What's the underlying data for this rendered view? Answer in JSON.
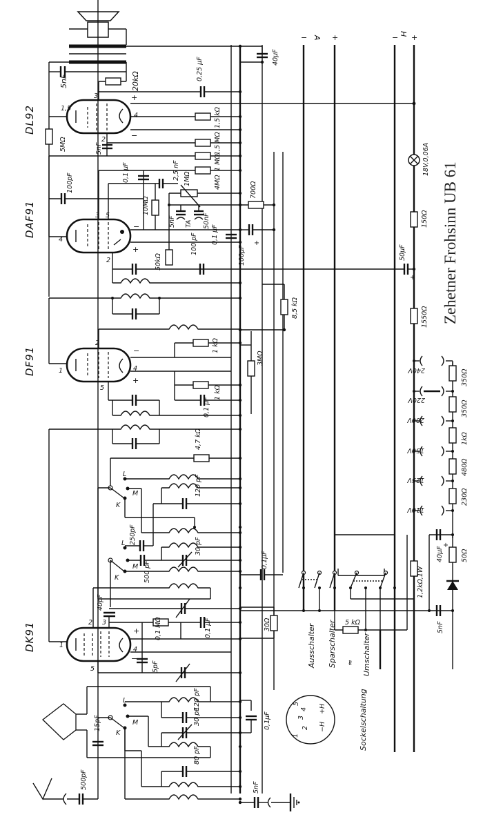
{
  "title": "Zehetner Frohsinn UB 61",
  "tubes": {
    "dl92": "DL92",
    "daf91": "DAF91",
    "df91": "DF91",
    "dk91": "DK91"
  },
  "pins": {
    "p1": "1",
    "p2": "2",
    "p3": "3",
    "p4": "4",
    "p5": "5",
    "p15": "1,5",
    "plus": "+",
    "minus": "−"
  },
  "battery": {
    "anode_label": "A",
    "heater_label": "H",
    "plus": "+",
    "minus": "−"
  },
  "components": {
    "c_5nF_out": "5nF",
    "r_20k": "20kΩ",
    "c_025uF": "0,25 µF",
    "c_40uF_top": "40µF",
    "r_5M": "5MΩ",
    "c_5nF_dl92": "5nF",
    "r_15k": "1,5 kΩ",
    "r_15M": "1,5 MΩ",
    "r_1M": "1 MΩ",
    "c_100pF_daf": "100pF",
    "c_01uF_daf": "0,1 µF",
    "c_25nF": "2,5 nF",
    "pot_1M": "1MΩ",
    "r_4M": "4MΩ",
    "r_10M": "10MΩ",
    "c_5nF_tone": "5nF",
    "tone_label": "TA",
    "c_50nF": "50nF",
    "r_700": "700Ω",
    "c_01uF_mid": "0,1 µF",
    "c_100uF": "100µF",
    "r_50k": "50kΩ",
    "c_100pF_det": "100 pF",
    "c_50uF": "50µF",
    "r_85k": "8,5 kΩ",
    "r_1k_df91": "1 kΩ",
    "r_3M": "3MΩ",
    "r_1k_df91b": "1 kΩ",
    "c_01uF_df91": "0,1 µF",
    "r_47k": "4,7 kΩ",
    "c_120pF_osc": "120 pF",
    "c_250pF": "250pF",
    "c_500pF": "500 pF",
    "c_30pF_osc": "30 pF",
    "c_01uF_osc": "0,1µF",
    "c_40pF": "40pF",
    "r_01M": "0,1 MΩ",
    "c_01uF_dk91": "0,1 µF",
    "c_5pF": "5pF",
    "r_30": "30Ω",
    "c_15pF": "15pF",
    "c_120pF_in": "120 pF",
    "c_30pF_in": "30 pF",
    "c_80pF": "80 pF",
    "c_500pF_ant": "500pF",
    "c_01uF_in": "0,1µF",
    "c_5nF_earth": "5nF",
    "lamp": "18V,0,06A",
    "r_150": "150Ω",
    "r_1550": "1550Ω",
    "r_350a": "350Ω",
    "r_350b": "350Ω",
    "r_1k_ps": "1kΩ",
    "r_480": "480Ω",
    "r_230": "230Ω",
    "r_50": "50Ω",
    "c_40uF_ps": "40µF",
    "r_12k": "1,2kΩ,1W",
    "r_5k": "5 kΩ",
    "c_5nF_ps": "5nF",
    "ac_symbol": "≈"
  },
  "band_switch": {
    "k": "K",
    "m": "M",
    "l": "L"
  },
  "voltage_taps": [
    "240V",
    "220V",
    "200V",
    "150V",
    "125V",
    "110V"
  ],
  "switches": {
    "ausschalter": "Ausschalter",
    "sparschalter": "Sparschalter",
    "umschalter": "Umschalter"
  },
  "socket": {
    "label": "Sockelschaltung",
    "pins": [
      "1",
      "2",
      "3",
      "4",
      "5",
      "−H",
      "+H"
    ]
  }
}
